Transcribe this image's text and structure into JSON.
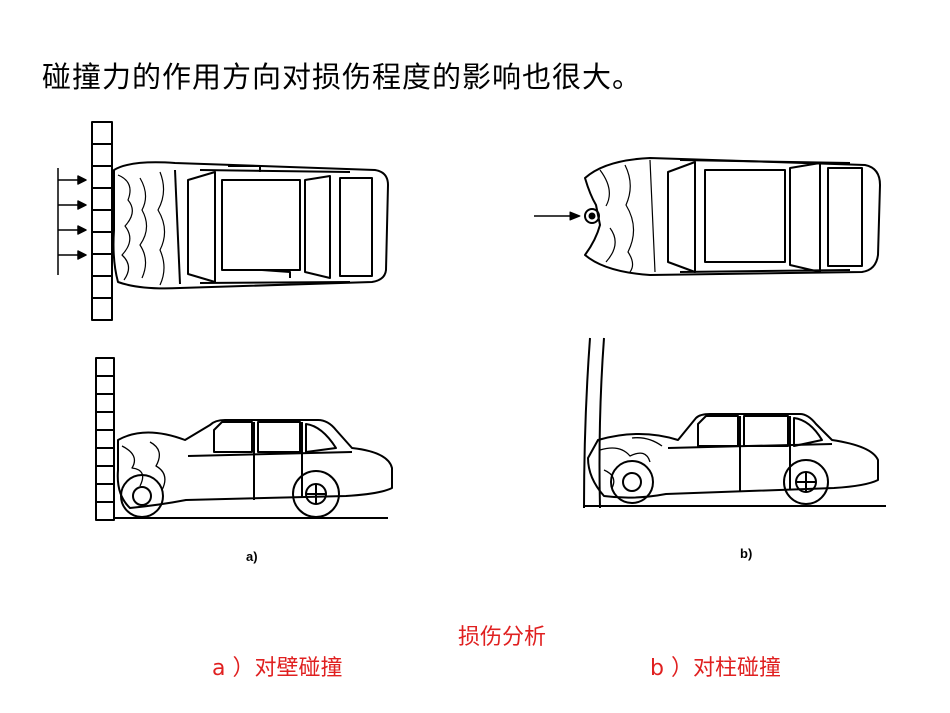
{
  "slide": {
    "heading": "碰撞力的作用方向对损伤程度的影响也很大。"
  },
  "figure": {
    "label_a": "a)",
    "label_b": "b)",
    "caption_title": "损伤分析",
    "caption_a": "a ）对壁碰撞",
    "caption_b": "b ）对柱碰撞"
  },
  "colors": {
    "caption": "#e02020",
    "line_art": "#000000"
  }
}
